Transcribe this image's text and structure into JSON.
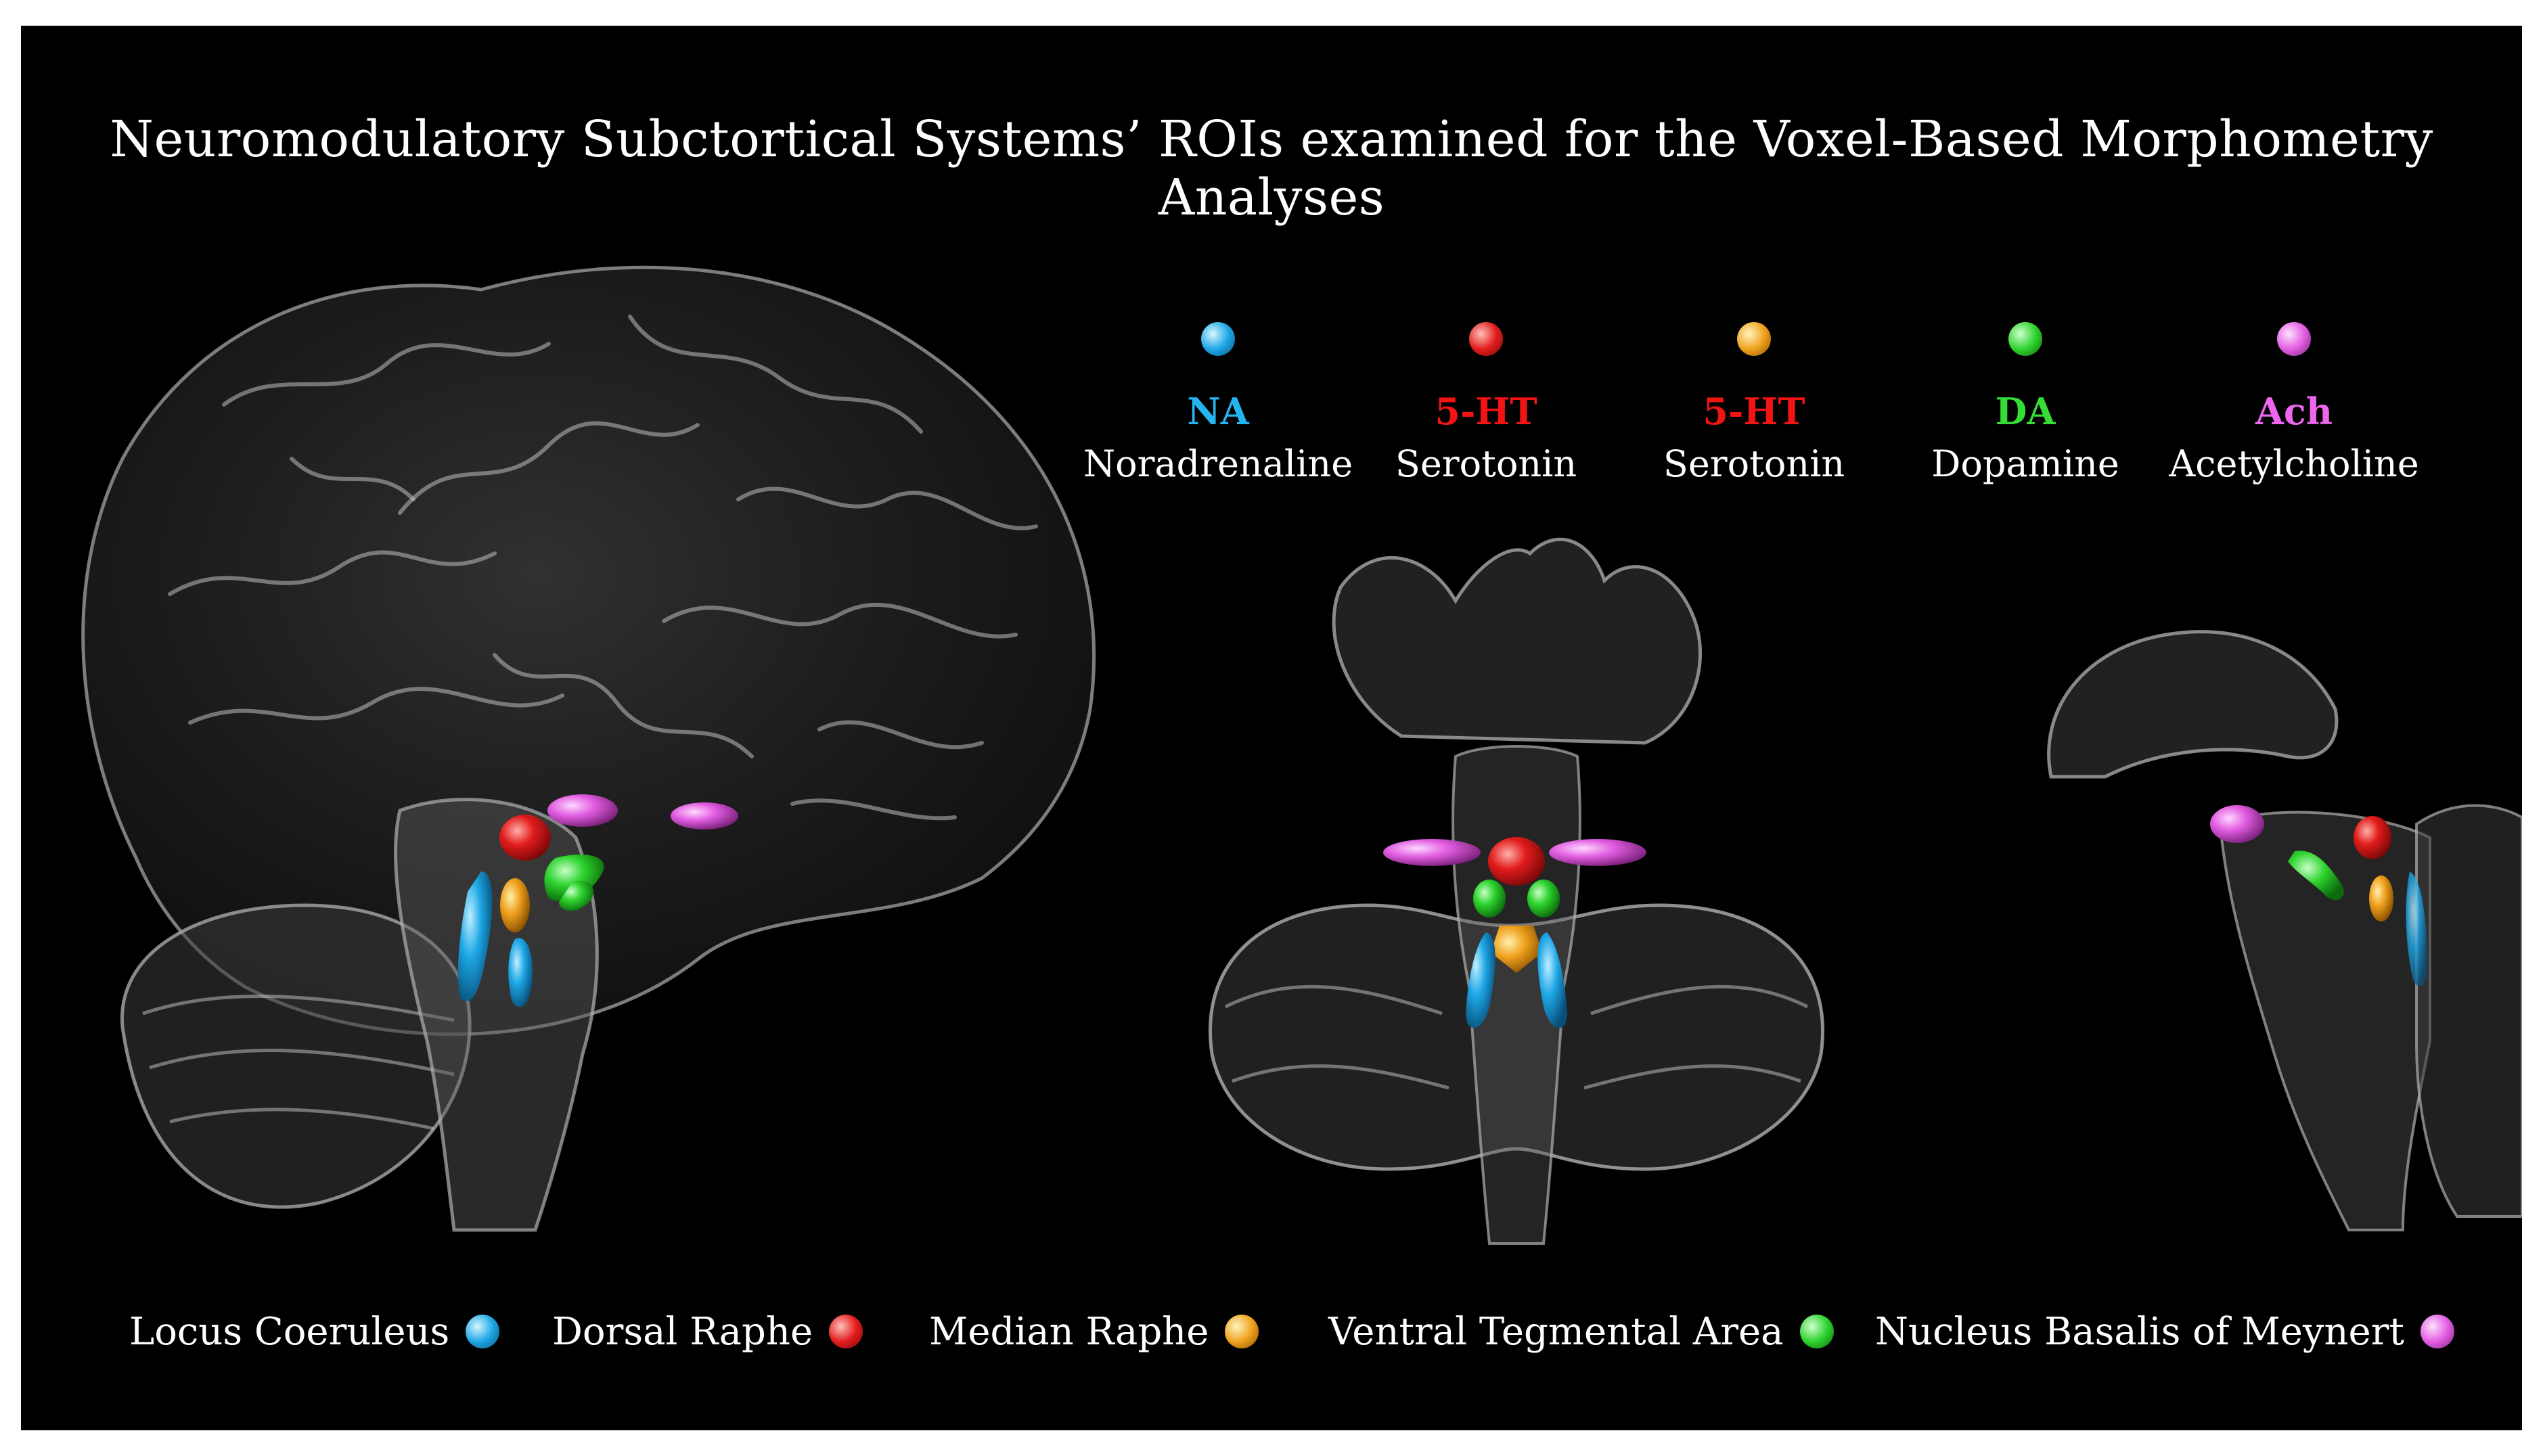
{
  "title": "Neuromodulatory Subctortical Systems’ ROIs examined for the Voxel-Based Morphometry Analyses",
  "colors": {
    "noradrenaline": "#1ea7e6",
    "dorsal_raphe": "#e21c1c",
    "median_raphe": "#f0a21e",
    "dopamine": "#2ed32e",
    "acetylcholine": "#e25ee2",
    "abbr_na": "#24b4f0",
    "abbr_5ht": "#f01414",
    "abbr_da": "#36dd36",
    "abbr_ach": "#ee66ee"
  },
  "key": [
    {
      "abbr": "NA",
      "name": "Noradrenaline"
    },
    {
      "abbr": "5-HT",
      "name": "Serotonin"
    },
    {
      "abbr": "5-HT",
      "name": "Serotonin"
    },
    {
      "abbr": "DA",
      "name": "Dopamine"
    },
    {
      "abbr": "Ach",
      "name": "Acetylcholine"
    }
  ],
  "legend": [
    {
      "label": "Locus Coeruleus"
    },
    {
      "label": "Dorsal Raphe"
    },
    {
      "label": "Median Raphe"
    },
    {
      "label": "Ventral Tegmental Area"
    },
    {
      "label": "Nucleus Basalis of Meynert"
    }
  ],
  "views": [
    "brain-lateral-view",
    "brainstem-posterior-view",
    "brainstem-sagittal-view"
  ]
}
